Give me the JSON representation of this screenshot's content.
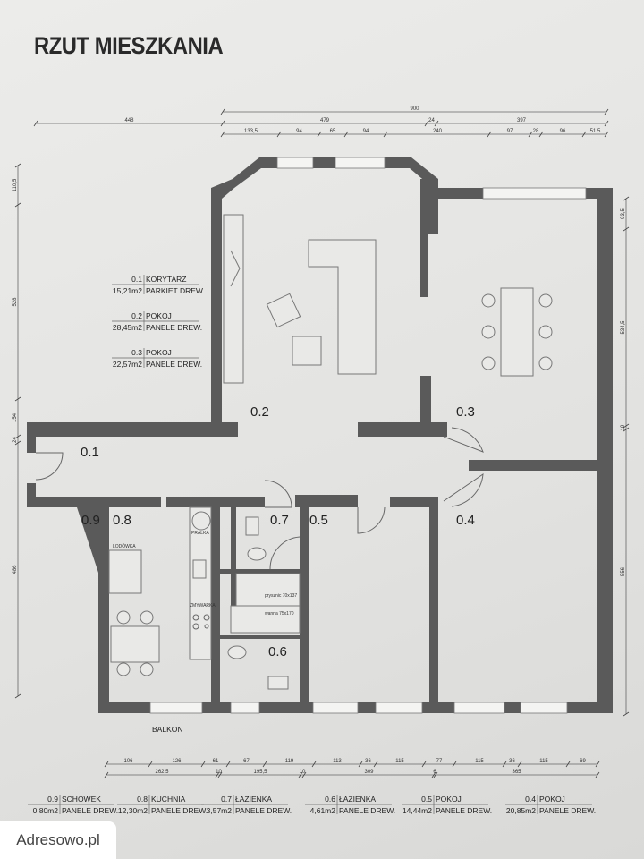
{
  "title": "RZUT MIESZKANIA",
  "watermark": "Adresowo.pl",
  "balcony_label": "BALKON",
  "rooms": [
    "0.1",
    "0.2",
    "0.3",
    "0.4",
    "0.5",
    "0.6",
    "0.7",
    "0.8",
    "0.9"
  ],
  "fixtures": {
    "fridge": "LODÓWKA",
    "washer": "PRALKA",
    "dishwasher": "ZMYWARKA",
    "shower": "prysznic 70x137",
    "bath": "wanna 75x170"
  },
  "legend_left": [
    {
      "no": "0.1",
      "name": "KORYTARZ",
      "area": "15,21m2",
      "floor": "PARKIET DREW."
    },
    {
      "no": "0.2",
      "name": "POKOJ",
      "area": "28,45m2",
      "floor": "PANELE DREW."
    },
    {
      "no": "0.3",
      "name": "POKOJ",
      "area": "22,57m2",
      "floor": "PANELE DREW."
    }
  ],
  "legend_bottom": [
    {
      "no": "0.9",
      "name": "SCHOWEK",
      "area": "0,80m2",
      "floor": "PANELE DREW."
    },
    {
      "no": "0.8",
      "name": "KUCHNIA",
      "area": "12,30m2",
      "floor": "PANELE DREW."
    },
    {
      "no": "0.7",
      "name": "ŁAZIENKA",
      "area": "3,57m2",
      "floor": "PANELE DREW."
    },
    {
      "no": "0.6",
      "name": "ŁAZIENKA",
      "area": "4,61m2",
      "floor": "PANELE DREW."
    },
    {
      "no": "0.5",
      "name": "POKOJ",
      "area": "14,44m2",
      "floor": "PANELE DREW."
    },
    {
      "no": "0.4",
      "name": "POKOJ",
      "area": "20,85m2",
      "floor": "PANELE DREW."
    }
  ],
  "dimensions": {
    "top1": [
      "900"
    ],
    "top2": [
      "448",
      "479",
      "24",
      "397"
    ],
    "top3": [
      "133,5",
      "94",
      "65",
      "94",
      "240",
      "97",
      "28",
      "96",
      "51,5"
    ],
    "bottom1": [
      "106",
      "126",
      "61",
      "67",
      "119",
      "113",
      "36",
      "115",
      "77",
      "115",
      "36",
      "115",
      "69"
    ],
    "bottom2": [
      "262,5",
      "10",
      "195,5",
      "10",
      "309",
      "6",
      "365"
    ],
    "left": [
      "110,5",
      "528",
      "154",
      "24",
      "486"
    ],
    "right": [
      "93,5",
      "534,5",
      "19",
      "556"
    ]
  }
}
